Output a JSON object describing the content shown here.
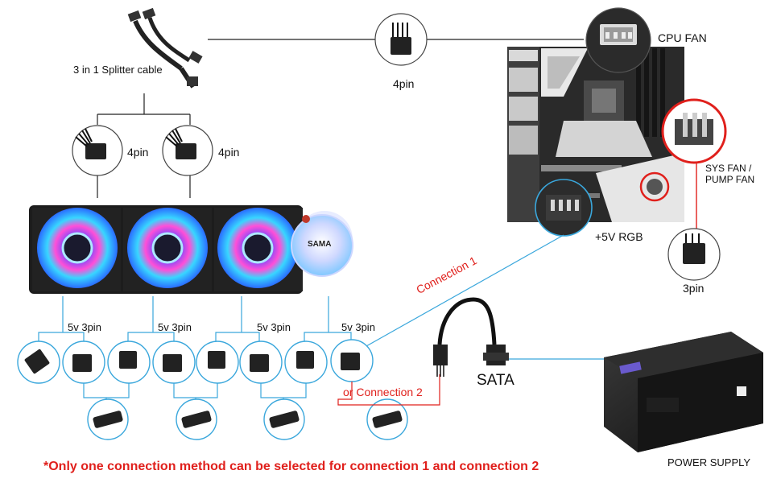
{
  "labels": {
    "splitter": "3 in 1 Splitter cable",
    "fourpin_top": "4pin",
    "fourpin_left": "4pin",
    "fourpin_right": "4pin",
    "cpu_fan": "CPU FAN",
    "sys_fan_line1": "SYS FAN /",
    "sys_fan_line2": "PUMP FAN",
    "rgb": "+5V RGB",
    "threepin": "3pin",
    "fivev_1": "5v 3pin",
    "fivev_2": "5v 3pin",
    "fivev_3": "5v 3pin",
    "fivev_4": "5v 3pin",
    "connection1": "Connection 1",
    "connection2": "or Connection 2",
    "sata": "SATA",
    "psu": "POWER SUPPLY",
    "pump_logo": "SAMA",
    "note": "*Only one connection method can be selected for connection 1 and connection 2"
  },
  "colors": {
    "accent_red": "#e0201c",
    "link_blue": "#3aa7dc",
    "wire_black": "#222222",
    "bubble_blue": "#3aa7dc"
  }
}
